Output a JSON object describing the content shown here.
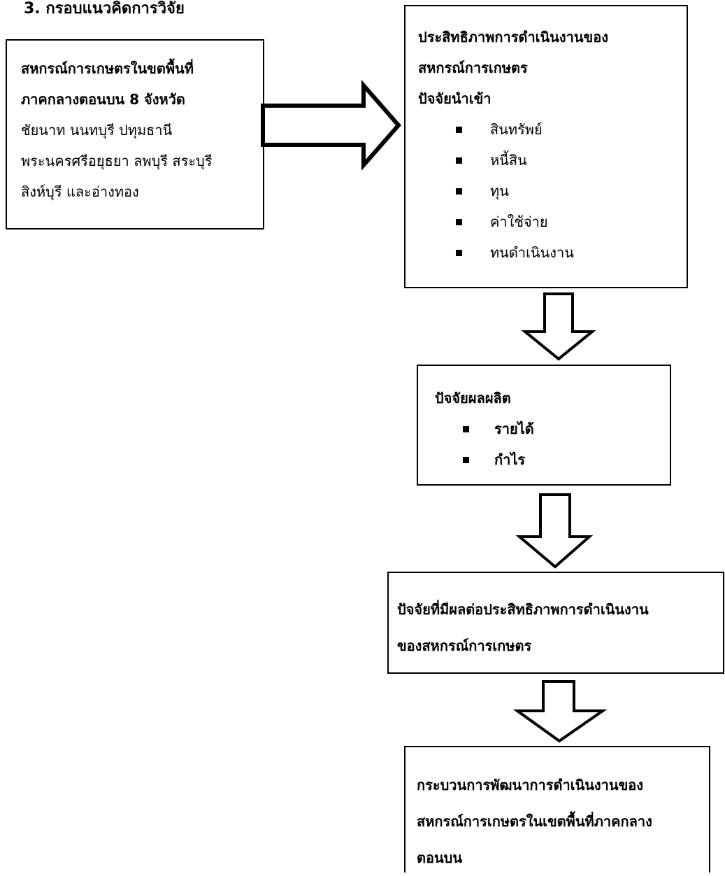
{
  "heading": "3. กรอบแนวคิดการวิจัย",
  "source_box": {
    "title_lines": [
      "สหกรณ์การเกษตรในขตพื้นที่",
      "ภาคกลางตอนบน 8 จังหวัด"
    ],
    "text_lines": [
      " ชัยนาท นนทบุรี ปทุมธานี",
      "พระนครศรีอยุธยา ลพบุรี สระบุรี",
      "สิงห์บุรี และอ่างทอง"
    ]
  },
  "efficiency_box": {
    "title_lines": [
      "ประสิทธิภาพการดำเนินงานของ",
      "สหกรณ์การเกษตร"
    ],
    "subtitle": "ปัจจัยนำเข้า",
    "items": [
      "สินทรัพย์",
      "หนี้สิน",
      "ทุน",
      "ค่าใช้จ่าย",
      "ทนดำเนินงาน"
    ]
  },
  "output_box": {
    "title": "ปัจจัยผลผลิต",
    "items": [
      "รายได้",
      "กำไร"
    ]
  },
  "factors_box": {
    "lines": [
      "ปัจจัยที่มีผลต่อประสิทธิภาพการดำเนินงาน",
      "ของสหกรณ์การเกษตร"
    ]
  },
  "process_box": {
    "lines": [
      "กระบวนการพัฒนาการดำเนินงานของ",
      "สหกรณ์การเกษตรในเขตพื้นที่ภาคกลาง",
      "ตอนบน"
    ]
  }
}
